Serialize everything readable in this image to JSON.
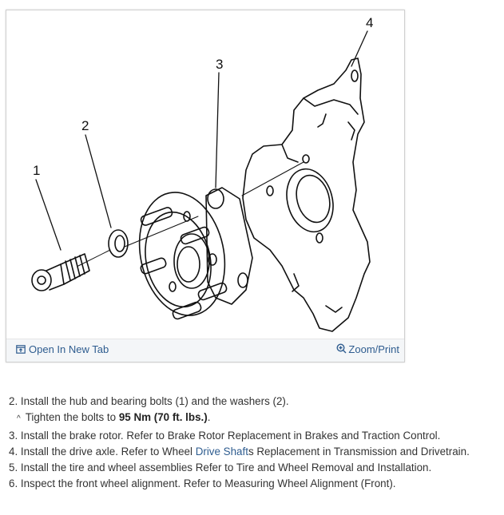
{
  "figure": {
    "callouts": [
      "1",
      "2",
      "3",
      "4"
    ],
    "open_tab_label": "Open In New Tab",
    "open_tab_icon": "open-in-new-tab-icon",
    "zoom_label": "Zoom/Print",
    "zoom_icon": "zoom-in-icon"
  },
  "steps": {
    "step2": "2. Install the hub and bearing bolts (1) and the washers (2).",
    "step2_sub_prefix": "Tighten the bolts to ",
    "step2_sub_value": "95 Nm (70 ft. lbs.)",
    "step2_sub_suffix": ".",
    "step3": "3. Install the brake rotor. Refer to Brake Rotor Replacement in Brakes and Traction Control.",
    "step4_prefix": "4. Install the drive axle. Refer to Wheel ",
    "step4_link": "Drive Shaft",
    "step4_suffix": "s Replacement in Transmission and Drivetrain.",
    "step5": "5. Install the tire and wheel assemblies Refer to Tire and Wheel Removal and Installation.",
    "step6": "6. Inspect the front wheel alignment. Refer to Measuring Wheel Alignment (Front)."
  },
  "colors": {
    "link": "#2e5c8f",
    "text": "#333333"
  }
}
